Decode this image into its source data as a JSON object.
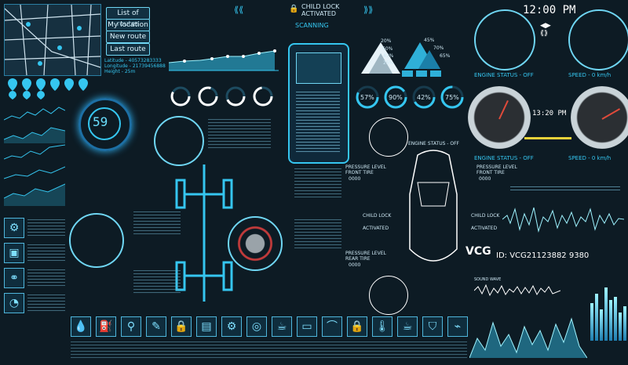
{
  "nav_buttons": [
    "List of routes",
    "My location",
    "New route",
    "Last route"
  ],
  "location": {
    "latitude": "Latitude - 40573283333",
    "longitude": "Longitude - 21739456888",
    "height": "Height - 25m"
  },
  "header": {
    "lock_title": "CHILD LOCK",
    "lock_sub": "ACTIVATED"
  },
  "scanning_label": "SCANNING",
  "time_main": "12:00 PM",
  "time_small": "13:20 PM",
  "gauge_center": "59",
  "progress_rings": [
    {
      "label": "57%",
      "value": 57
    },
    {
      "label": "90%",
      "value": 90
    },
    {
      "label": "42%",
      "value": 42
    },
    {
      "label": "75%",
      "value": 75
    }
  ],
  "pyramid1_labels": [
    "20%",
    "60%",
    "43%",
    "25%"
  ],
  "pyramid2_labels": [
    "45%",
    "70%",
    "65%"
  ],
  "status": {
    "engine_top": "ENGINE STATUS - OFF",
    "speed_top": "SPEED - 0 km/h",
    "engine_mid": "ENGINE STATUS - OFF",
    "speed_mid": "SPEED - 0 km/h",
    "engine_car": "ENGINE STATUS - OFF"
  },
  "pressure": {
    "front": "PRESSURE LEVEL FRONT TIRE",
    "front_val": "0000",
    "rear": "PRESSURE LEVEL REAR TIRE",
    "rear_val": "0000",
    "right": "PRESSURE LEVEL FRONT TIRE",
    "right_val": "0000"
  },
  "child_lock_left": {
    "title": "CHILD LOCK",
    "sub": "ACTIVATED"
  },
  "child_lock_right": {
    "title": "CHILD LOCK",
    "sub": "ACTIVATED"
  },
  "watermark": {
    "logo": "VCG",
    "id": "ID: VCG21123882 9380"
  },
  "sound_wave_label": "SOUND WAVE",
  "bottom_icons": [
    "drop-icon",
    "gas-icon",
    "piston-icon",
    "wrench-icon",
    "lock-icon",
    "oil-icon",
    "gear-icon",
    "tire-icon",
    "cup-icon",
    "battery-icon",
    "wiper-icon",
    "lock-icon",
    "thermo-icon",
    "cup-icon",
    "seat-icon",
    "belt-icon"
  ],
  "colors": {
    "accent": "#35c6f0",
    "background": "#0d1b24",
    "warning": "#e8b73a"
  }
}
